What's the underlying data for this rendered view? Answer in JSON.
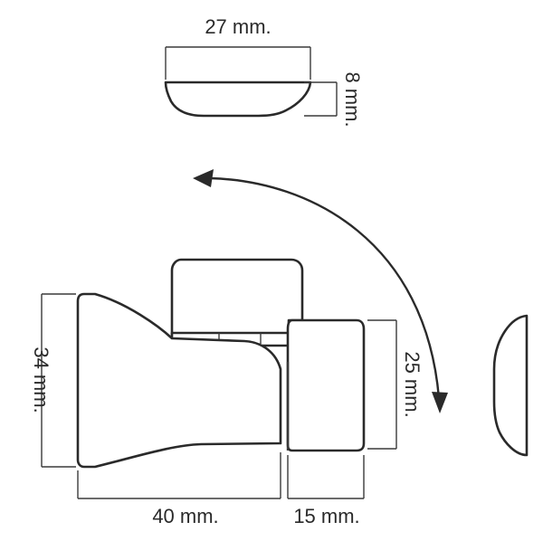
{
  "dimensions": {
    "cap_width": "27 mm.",
    "cap_height": "8 mm.",
    "body_height": "34 mm.",
    "body_length": "40 mm.",
    "button_length": "15 mm.",
    "button_height": "25 mm."
  },
  "colors": {
    "line": "#2a2a2a",
    "background": "#ffffff"
  }
}
